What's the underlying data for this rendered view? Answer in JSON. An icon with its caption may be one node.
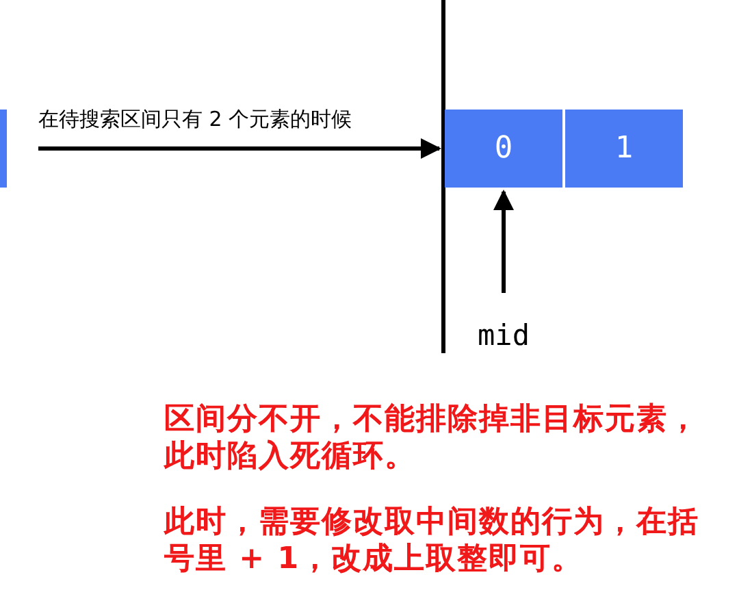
{
  "diagram": {
    "nodes": [
      {
        "text": [],
        "shape": "box"
      },
      {
        "text": [
          "0"
        ]
      },
      {
        "text": [
          "1"
        ]
      },
      {
        "text": [
          "mid"
        ]
      }
    ],
    "edges": [
      {
        "from": null,
        "to": 1,
        "arrow": "to",
        "label": "在待搜索区间只有 2 个元素的时候"
      },
      {
        "from": 3,
        "to": 1,
        "arrow": "to"
      }
    ],
    "labels": [
      "区间分不开，不能排除掉非目标元素，此时陷入死循环。",
      "此时，需要修改取中间数的行为，在括号里 + 1，改成上取整即可。"
    ]
  }
}
